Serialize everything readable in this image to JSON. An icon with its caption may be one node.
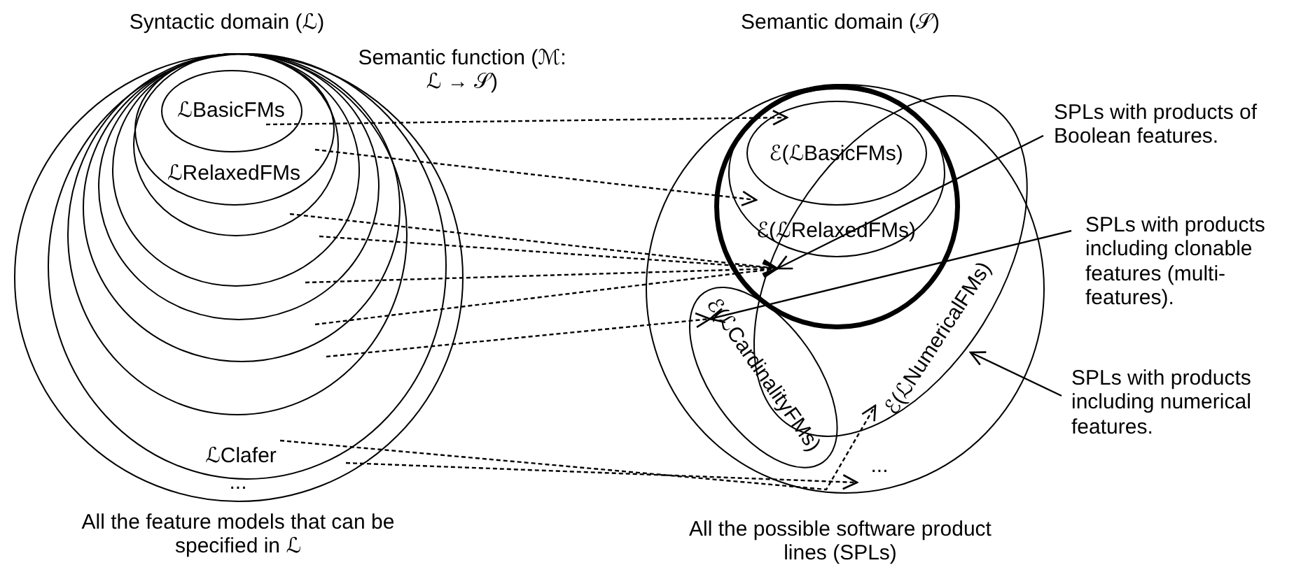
{
  "diagram": {
    "nodes": [
      {
        "text": [
          "Syntactic domain (ℒ)",
          "..."
        ],
        "beside": [
          "All the feature models that can be specified in ℒ"
        ]
      },
      {
        "text": [
          "ℒClafer"
        ],
        "in": 0
      },
      {
        "text": [],
        "shape": "ellipse",
        "in": 1
      },
      {
        "text": [],
        "shape": "ellipse",
        "in": 2
      },
      {
        "text": [],
        "shape": "ellipse",
        "in": 3
      },
      {
        "text": [],
        "shape": "ellipse",
        "in": 4
      },
      {
        "text": [],
        "shape": "ellipse",
        "in": 5
      },
      {
        "text": [
          "ℒRelaxedFMs"
        ],
        "in": 6
      },
      {
        "text": [
          "ℒBasicFMs"
        ],
        "in": 7
      },
      {
        "text": [
          "Semantic domain (𝒮)",
          "..."
        ],
        "beside": [
          "All the possible software product lines (SPLs)"
        ]
      },
      {
        "text": [
          "ℰ(ℒCardinalityFMs)"
        ],
        "in": 9
      },
      {
        "text": [
          "ℰ(ℒNumericalFMs)"
        ],
        "in": 9
      },
      {
        "text": [],
        "shape": "circle",
        "in": 9
      },
      {
        "text": [
          "ℰ(ℒRelaxedFMs)"
        ],
        "in": 12
      },
      {
        "text": [
          "ℰ(ℒBasicFMs)"
        ],
        "in": 13
      },
      {
        "text": [
          "SPLs with products of Boolean features."
        ]
      },
      {
        "text": [
          "SPLs with products including clonable features (multi-features)."
        ]
      },
      {
        "text": [
          "SPLs with products including numerical features."
        ]
      }
    ],
    "edges": [
      {
        "from": 8,
        "to": 14,
        "arrow": "to",
        "style": "dashed"
      },
      {
        "from": 7,
        "to": 13,
        "arrow": "to",
        "style": "dashed"
      },
      {
        "from": 6,
        "to": 12,
        "arrow": "to",
        "style": "dashed"
      },
      {
        "from": 5,
        "to": 12,
        "arrow": "to",
        "style": "dashed"
      },
      {
        "from": 4,
        "to": 12,
        "arrow": "to",
        "style": "dashed"
      },
      {
        "from": 3,
        "to": 12,
        "arrow": "to",
        "style": "dashed"
      },
      {
        "from": 2,
        "to": 10,
        "arrow": "to",
        "style": "dashed"
      },
      {
        "from": 1,
        "to": 11,
        "arrow": "to",
        "style": "dashed"
      },
      {
        "from": 0,
        "to": 9,
        "arrow": "to",
        "style": "dashed"
      },
      {
        "from": 15,
        "to": 12,
        "arrow": "to"
      },
      {
        "from": 16,
        "to": 10,
        "arrow": "to"
      },
      {
        "from": 17,
        "to": 11,
        "arrow": "to"
      }
    ],
    "labels": [
      "Semantic function (ℳ: ℒ → 𝒮)"
    ]
  }
}
